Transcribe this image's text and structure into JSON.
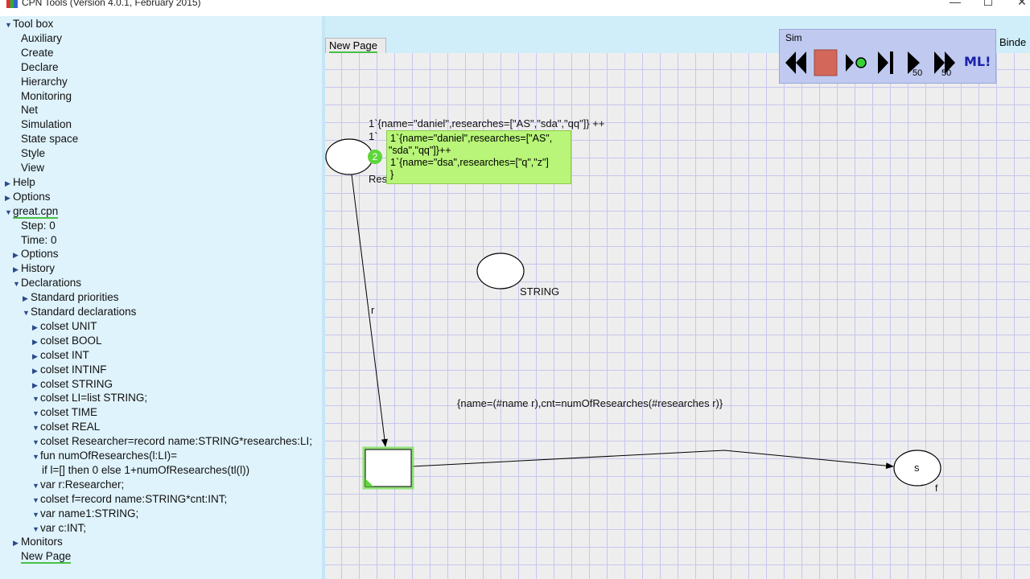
{
  "window": {
    "title": "CPN Tools (Version 4.0.1, February 2015)",
    "minimize_glyph": "—",
    "maximize_glyph": "☐",
    "close_glyph": "✕"
  },
  "toolbox": {
    "items": [
      {
        "label": "Tool box",
        "arrow": "▼"
      },
      {
        "label": "Auxiliary"
      },
      {
        "label": "Create"
      },
      {
        "label": "Declare"
      },
      {
        "label": "Hierarchy"
      },
      {
        "label": "Monitoring"
      },
      {
        "label": "Net"
      },
      {
        "label": "Simulation"
      },
      {
        "label": "State space"
      },
      {
        "label": "Style"
      },
      {
        "label": "View"
      },
      {
        "label": "Help",
        "arrow": "▶"
      },
      {
        "label": "Options",
        "arrow": "▶"
      },
      {
        "label": "great.cpn",
        "arrow": "▼"
      },
      {
        "label": "Step: 0"
      },
      {
        "label": "Time: 0"
      },
      {
        "label": "Options",
        "arrow": "▶"
      },
      {
        "label": "History",
        "arrow": "▶"
      },
      {
        "label": "Declarations",
        "arrow": "▼"
      },
      {
        "label": "Standard priorities",
        "arrow": "▶"
      },
      {
        "label": "Standard declarations",
        "arrow": "▼"
      },
      {
        "label": "colset UNIT",
        "arrow": "▶"
      },
      {
        "label": "colset BOOL",
        "arrow": "▶"
      },
      {
        "label": "colset INT",
        "arrow": "▶"
      },
      {
        "label": "colset INTINF",
        "arrow": "▶"
      },
      {
        "label": "colset STRING",
        "arrow": "▶"
      },
      {
        "label": "colset LI=list STRING;",
        "arrow": "▼"
      },
      {
        "label": "colset TIME",
        "arrow": "▼"
      },
      {
        "label": "colset REAL",
        "arrow": "▼"
      },
      {
        "label": "colset Researcher=record name:STRING*researches:LI;",
        "arrow": "▼"
      },
      {
        "label": "fun numOfResearches(l:LI)=",
        "arrow": "▼"
      },
      {
        "label": "if l=[] then 0 else 1+numOfResearches(tl(l))"
      },
      {
        "label": "var r:Researcher;",
        "arrow": "▼"
      },
      {
        "label": "colset f=record name:STRING*cnt:INT;",
        "arrow": "▼"
      },
      {
        "label": "var name1:STRING;",
        "arrow": "▼"
      },
      {
        "label": "var c:INT;",
        "arrow": "▼"
      },
      {
        "label": "Monitors",
        "arrow": "▶"
      },
      {
        "label": "New Page"
      }
    ]
  },
  "tabs": {
    "page_tab": "New Page",
    "binder_tab": "Binde"
  },
  "sim_palette": {
    "title": "Sim",
    "tools": [
      {
        "icon": "rewind-icon"
      },
      {
        "icon": "stop-icon"
      },
      {
        "icon": "play-single-transition-icon"
      },
      {
        "icon": "step-icon"
      },
      {
        "icon": "play-50-icon",
        "label": "50"
      },
      {
        "icon": "fast-forward-50-icon",
        "label": "50"
      },
      {
        "icon": "ml-evaluate-icon",
        "label": "ML!"
      }
    ]
  },
  "net": {
    "initial_marking_line1": "1`{name=\"daniel\",researches=[\"AS\",\"sda\",\"qq\"]} ++",
    "initial_marking_line2": "1`",
    "place_label_partial": "Res",
    "token_count": "2",
    "token_bubble_lines": [
      "1`{name=\"daniel\",researches=[\"AS\",",
      "\"sda\",\"qq\"]}++",
      "1`{name=\"dsa\",researches=[\"q\",\"z\"]",
      "}"
    ],
    "string_place_type": "STRING",
    "arc_label_r": "r",
    "arc_expression": "{name=(#name r),cnt=numOfResearches(#researches r)}",
    "place_s_name": "s",
    "place_s_type": "f"
  }
}
